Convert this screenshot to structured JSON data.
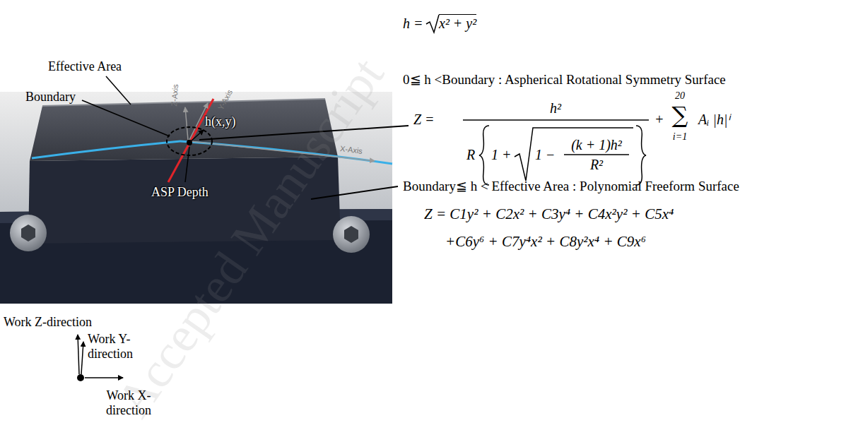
{
  "diagram": {
    "labels": [
      "Effective Area",
      "Boundary",
      "ASP Depth",
      "h(x,y)",
      "Z-Axis",
      "Y-Axis",
      "X-Axis",
      "h =",
      "x² + y²",
      "0≦ h <Boundary : Aspherical Rotational Symmetry Surface",
      "Z =",
      "h²",
      "R",
      "1 +",
      "1 −",
      "(k + 1)h²",
      "R²",
      "+",
      "20",
      "∑",
      "i=1",
      "Aᵢ |h|ⁱ",
      "Boundary≦ h < Effective Area : Polynomial Freeform Surface",
      "Z = C1y² + C2x² + C3y⁴ + C4x²y² + C5x⁴",
      "+C6y⁶ + C7y⁴x² + C8y²x⁴ + C9x⁶",
      "Work Z-direction",
      "Work Y-direction",
      "Work X-direction",
      "Accepted Manuscript"
    ]
  }
}
